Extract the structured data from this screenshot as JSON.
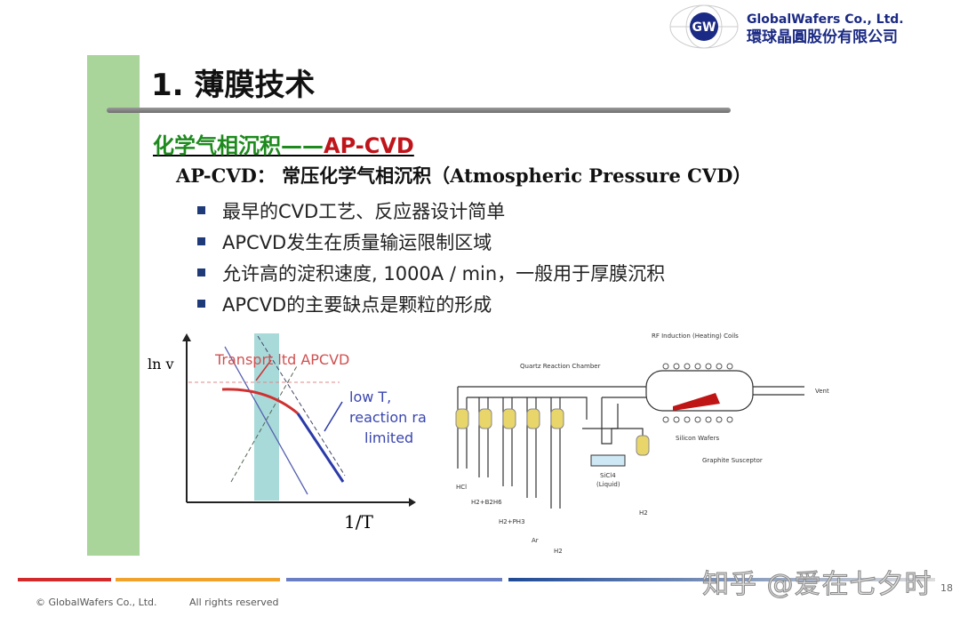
{
  "logo": {
    "name": "GlobalWafers Co., Ltd.",
    "chinese": "環球晶圓股份有限公司",
    "mark": "GW"
  },
  "title": "1. 薄膜技术",
  "subtitle": {
    "green": "化学气相沉积——",
    "red": "AP-CVD"
  },
  "definition": "AP-CVD： 常压化学气相沉积（Atmospheric Pressure CVD）",
  "bullets": [
    "最早的CVD工艺、反应器设计简单",
    "APCVD发生在质量输运限制区域",
    "允许高的淀积速度, 1000A / min，一般用于厚膜沉积",
    "APCVD的主要缺点是颗粒的形成"
  ],
  "graph": {
    "ylabel": "ln v",
    "xlabel": "1/T",
    "annot_red": "Transprt ltd APCVD",
    "annot_blue": [
      "low T,",
      "reaction rate",
      "limited"
    ]
  },
  "diagram": {
    "coils": "RF Induction (Heating) Coils",
    "chamber": "Quartz Reaction Chamber",
    "vent": "Vent",
    "wafers": "Silicon Wafers",
    "susceptor": "Graphite Susceptor",
    "liquid": "SiCl4",
    "liquid2": "(Liquid)",
    "gases": [
      "HCl",
      "H2+B2H6",
      "H2+PH3",
      "Ar",
      "H2"
    ],
    "h2": "H2"
  },
  "footer": {
    "copyright": "© GlobalWafers Co., Ltd.",
    "rights": "All rights reserved",
    "watermark": "知乎 @爱在七夕时",
    "page": "18"
  }
}
